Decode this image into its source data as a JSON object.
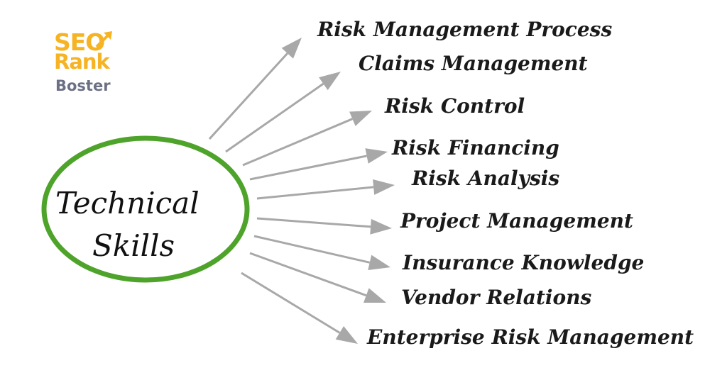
{
  "logo": {
    "line1": "SEO",
    "line2": "Rank",
    "line3": "Boster",
    "brand_color": "#f6b323",
    "sub_color": "#6c7084"
  },
  "center": {
    "line1": "Technical",
    "line2": "Skills",
    "ring_color": "#4ea32a"
  },
  "arrow_color": "#a8a8a8",
  "skills": [
    "Risk Management Process",
    "Claims Management",
    "Risk Control",
    "Risk Financing",
    "Risk Analysis",
    "Project Management",
    "Insurance Knowledge",
    "Vendor Relations",
    "Enterprise Risk Management"
  ]
}
